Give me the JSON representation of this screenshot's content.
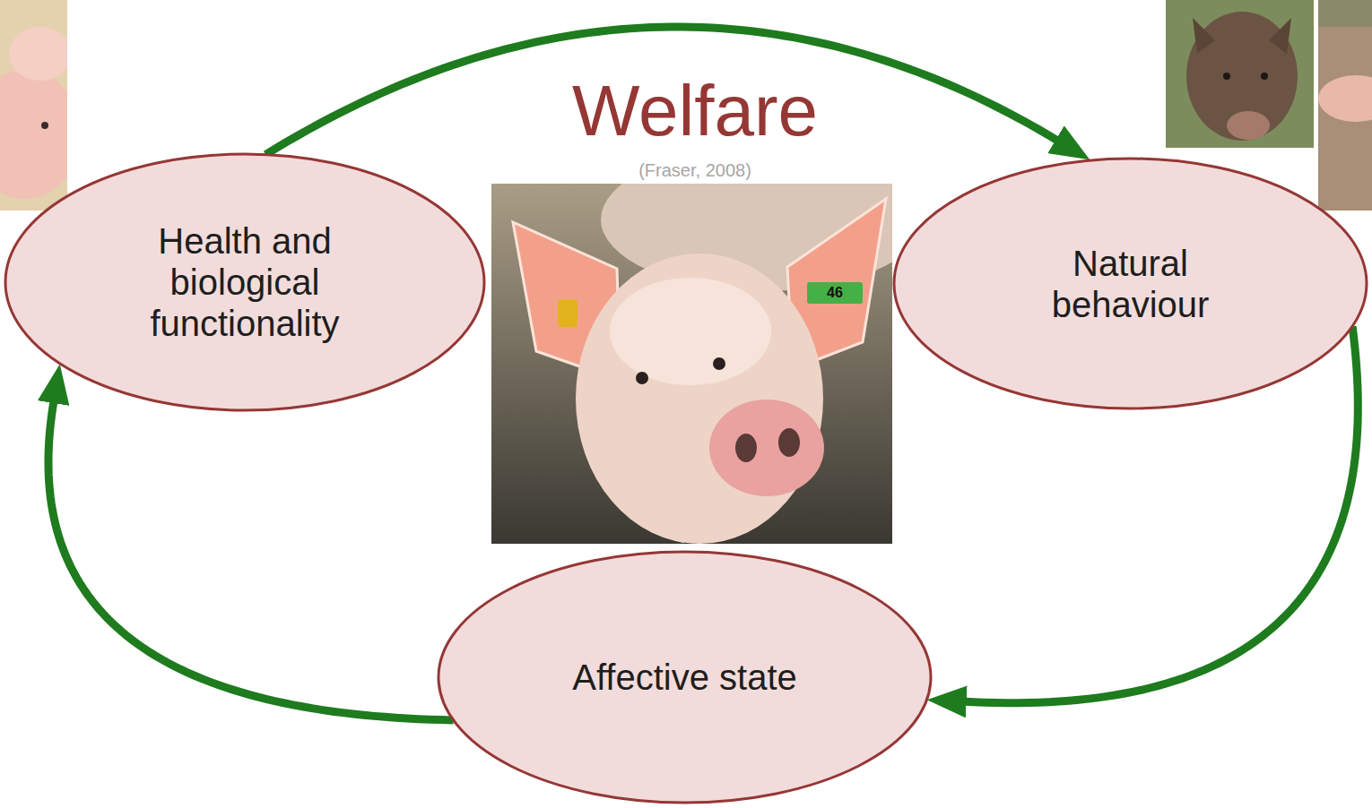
{
  "diagram": {
    "title": "Welfare",
    "nodes": [
      {
        "text": [
          "Health and biological functionality"
        ]
      },
      {
        "text": [
          "Natural behaviour"
        ]
      },
      {
        "text": [
          "Affective state"
        ]
      }
    ],
    "edges": [
      {
        "from": 0,
        "to": 1,
        "arrow": "to"
      },
      {
        "from": 1,
        "to": 2,
        "arrow": "to"
      },
      {
        "from": 2,
        "to": 0,
        "arrow": "to"
      }
    ],
    "labels": [
      "(Fraser, 2008)",
      "46"
    ]
  }
}
